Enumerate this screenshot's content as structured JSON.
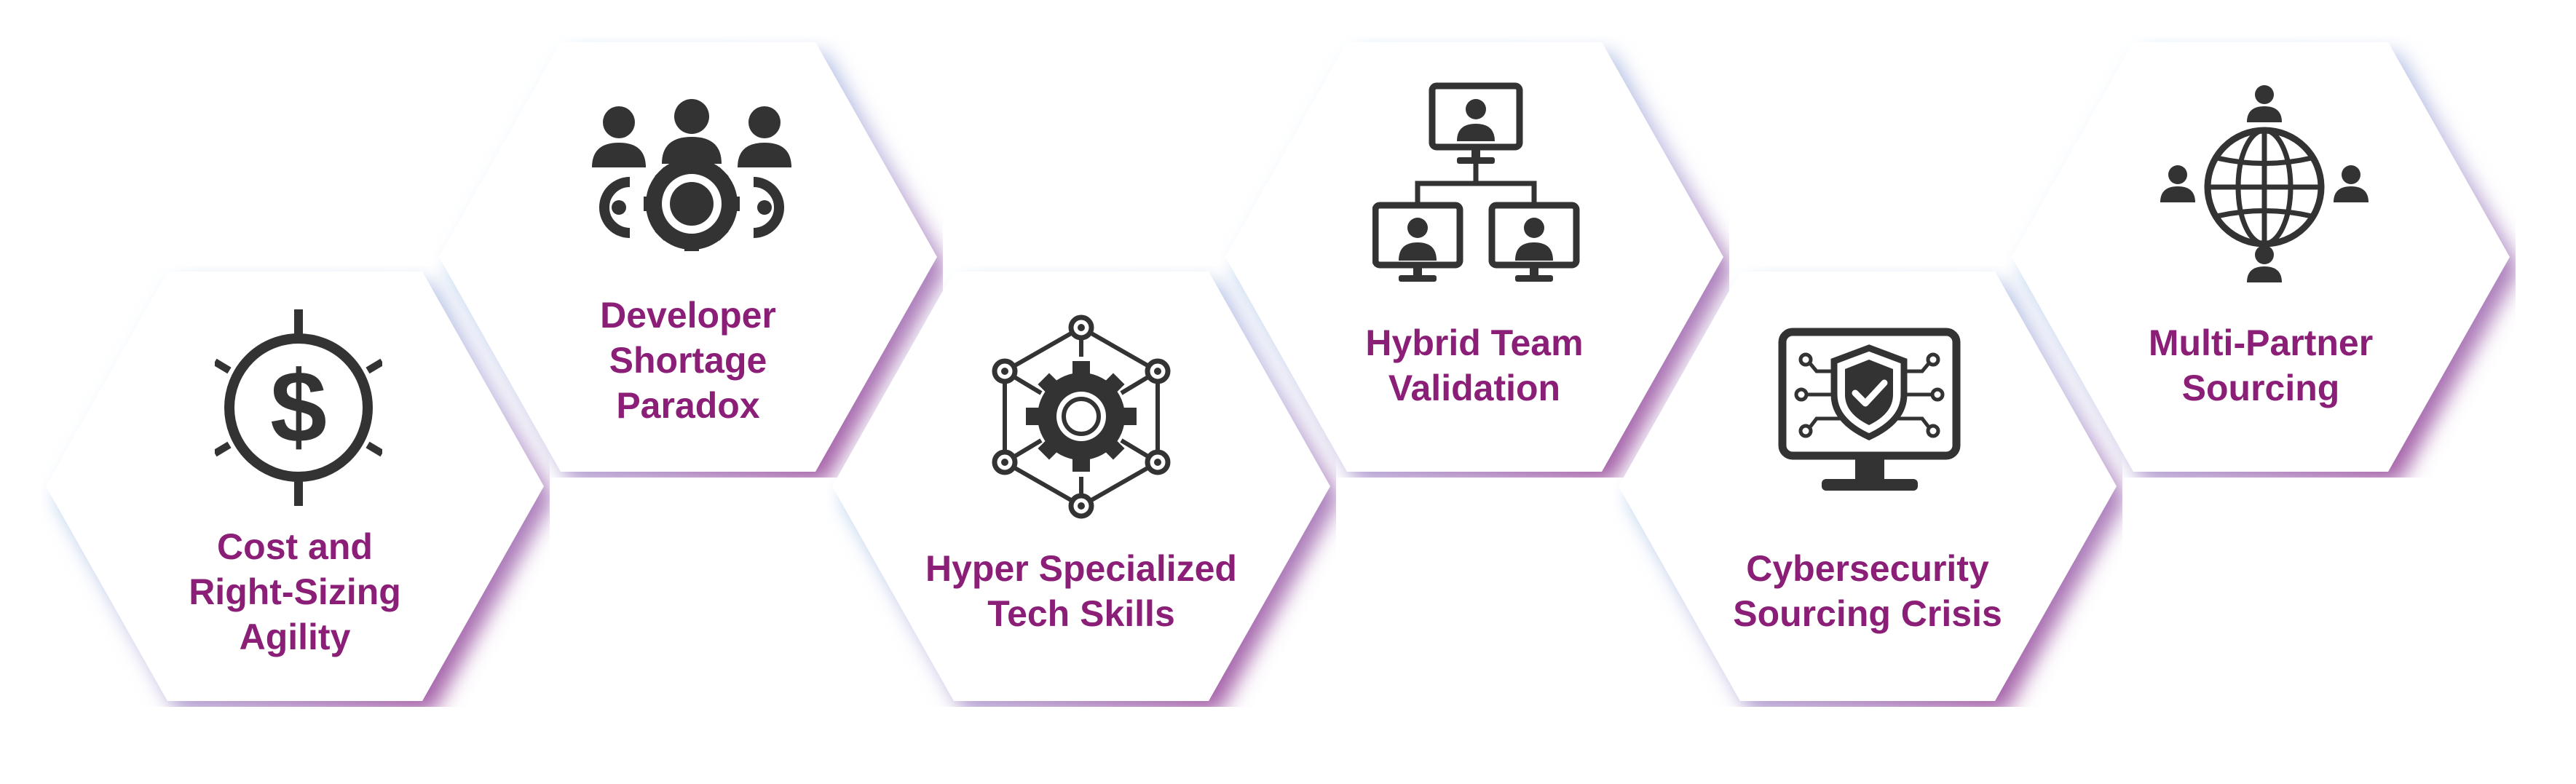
{
  "colors": {
    "label": "#8b1f78",
    "icon": "#333333",
    "hex_fill": "#ffffff",
    "glow_left": "#8fd3f0",
    "glow_right": "#9b3a8f"
  },
  "hexagons": [
    {
      "name": "cost-right-sizing",
      "icon": "dollar-target-icon",
      "lines": [
        "Cost and",
        "Right-Sizing",
        "Agility"
      ]
    },
    {
      "name": "developer-shortage",
      "icon": "team-gears-icon",
      "lines": [
        "Developer",
        "Shortage",
        "Paradox"
      ]
    },
    {
      "name": "hyper-specialized",
      "icon": "gear-network-icon",
      "lines": [
        "Hyper Specialized",
        "Tech Skills"
      ]
    },
    {
      "name": "hybrid-team",
      "icon": "monitor-hierarchy-icon",
      "lines": [
        "Hybrid Team",
        "Validation"
      ]
    },
    {
      "name": "cybersecurity",
      "icon": "shield-monitor-icon",
      "lines": [
        "Cybersecurity",
        "Sourcing Crisis"
      ]
    },
    {
      "name": "multi-partner",
      "icon": "globe-people-icon",
      "lines": [
        "Multi-Partner",
        "Sourcing"
      ]
    }
  ]
}
